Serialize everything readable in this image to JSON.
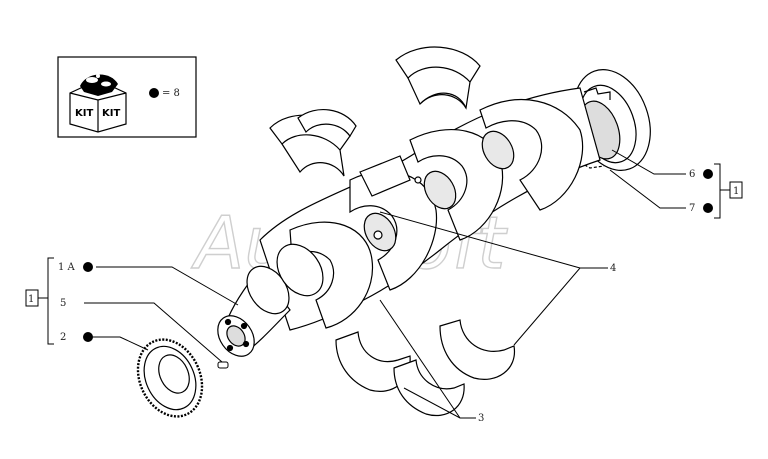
{
  "watermark": "AutoSoft",
  "kit_box": {
    "kit_label_left": "KIT",
    "kit_label_right": "KIT",
    "equals_text": "= 8"
  },
  "callouts": [
    {
      "id": "1A",
      "text": "1 A",
      "bullet": true
    },
    {
      "id": "5",
      "text": "5",
      "bullet": false
    },
    {
      "id": "2",
      "text": "2",
      "bullet": true
    },
    {
      "id": "6",
      "text": "6",
      "bullet": true
    },
    {
      "id": "7",
      "text": "7",
      "bullet": true
    },
    {
      "id": "4",
      "text": "4",
      "bullet": false
    },
    {
      "id": "3",
      "text": "3",
      "bullet": false
    }
  ],
  "group_boxes": {
    "left": "1",
    "right": "1"
  },
  "colors": {
    "line": "#000000",
    "watermark": "#cfcfcf"
  }
}
